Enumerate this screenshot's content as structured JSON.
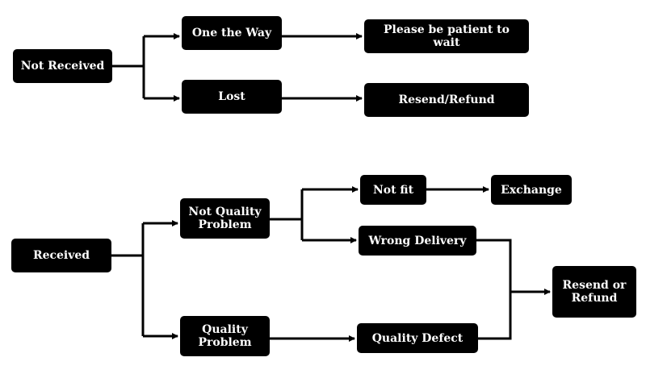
{
  "colors": {
    "node_fill": "#000000",
    "node_text": "#ffffff",
    "connector": "#000000",
    "background": "#ffffff"
  },
  "top_flow": {
    "root": "Not Received",
    "branch_a": "One the Way",
    "branch_a_result": "Please be patient to wait",
    "branch_b": "Lost",
    "branch_b_result": "Resend/Refund"
  },
  "bottom_flow": {
    "root": "Received",
    "not_quality": "Not Quality Problem",
    "not_fit": "Not fit",
    "exchange": "Exchange",
    "wrong_delivery": "Wrong Delivery",
    "quality": "Quality Problem",
    "quality_defect": "Quality Defect",
    "final_result": "Resend or Refund"
  }
}
